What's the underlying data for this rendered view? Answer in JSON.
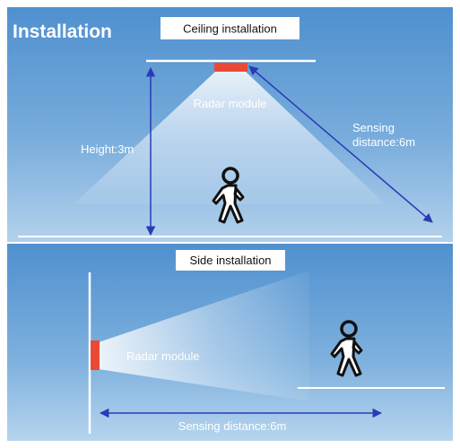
{
  "heading": "Installation",
  "ceiling": {
    "tab_label": "Ceiling installation",
    "module_label": "Radar module",
    "height_label": "Height:3m",
    "sensing_label_line1": "Sensing",
    "sensing_label_line2": "distance:6m"
  },
  "side": {
    "tab_label": "Side installation",
    "module_label": "Radar module",
    "sensing_label": "Sensing distance:6m"
  },
  "colors": {
    "panel_top": "#5c98d2",
    "panel_bottom": "#b6d4ee",
    "radar": "#ea4a35",
    "arrow": "#2a3bb5",
    "beam": "#ffffff",
    "person": "#111111"
  },
  "icons": {
    "person": "walking-person-icon",
    "radar": "radar-module-icon"
  }
}
